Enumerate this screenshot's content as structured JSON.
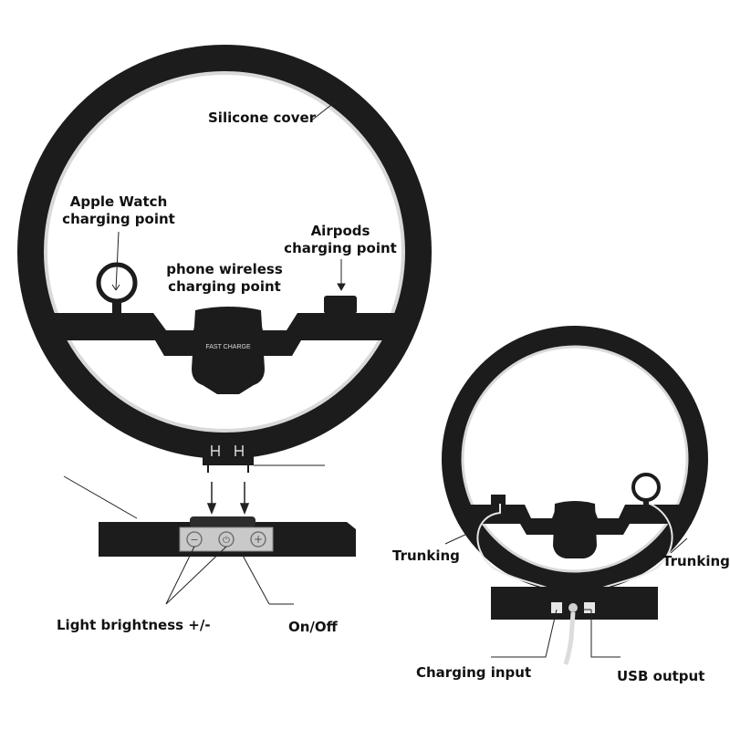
{
  "labels": {
    "silicone_cover": "Silicone cover",
    "apple_watch_line1": "Apple Watch",
    "apple_watch_line2": "charging point",
    "airpods_line1": "Airpods",
    "airpods_line2": "charging point",
    "phone_line1": "phone wireless",
    "phone_line2": "charging point",
    "fast_charge": "FAST CHARGE",
    "light_brightness": "Light brightness +/-",
    "on_off": "On/Off",
    "trunking_left": "Trunking",
    "trunking_right": "Trunking",
    "charging_input": "Charging input",
    "usb_output": "USB output"
  },
  "buttons": {
    "minus": "−",
    "power": "⏻",
    "plus": "+"
  },
  "colors": {
    "body": "#1c1c1c",
    "ring_inner_glow": "#d9d9d9",
    "panel": "#c9c9c9",
    "leader": "#222222"
  }
}
